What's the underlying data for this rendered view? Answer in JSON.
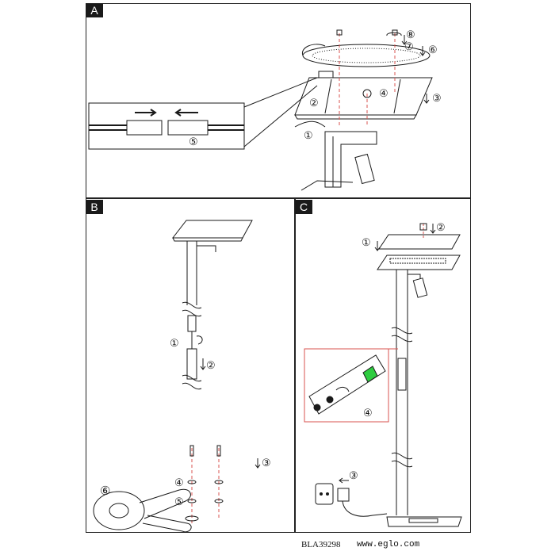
{
  "panels": {
    "a": {
      "label": "A"
    },
    "b": {
      "label": "B"
    },
    "c": {
      "label": "C"
    }
  },
  "steps_a": {
    "s1": "①",
    "s2": "②",
    "s3": "③",
    "s4": "④",
    "s5": "⑤",
    "s6": "⑥",
    "s7": "⑦",
    "s8": "⑧"
  },
  "steps_b": {
    "s1": "①",
    "s2": "②",
    "s3": "③",
    "s4": "④",
    "s5": "⑤",
    "s6": "⑥"
  },
  "steps_c": {
    "s1": "①",
    "s2": "②",
    "s3": "③",
    "s4": "④"
  },
  "footer": {
    "code": "BLA39298",
    "url": "www.eglo.com"
  },
  "colors": {
    "line": "#1a1a1a",
    "highlight": "#d9534f",
    "accent_green": "#2ecc40"
  }
}
